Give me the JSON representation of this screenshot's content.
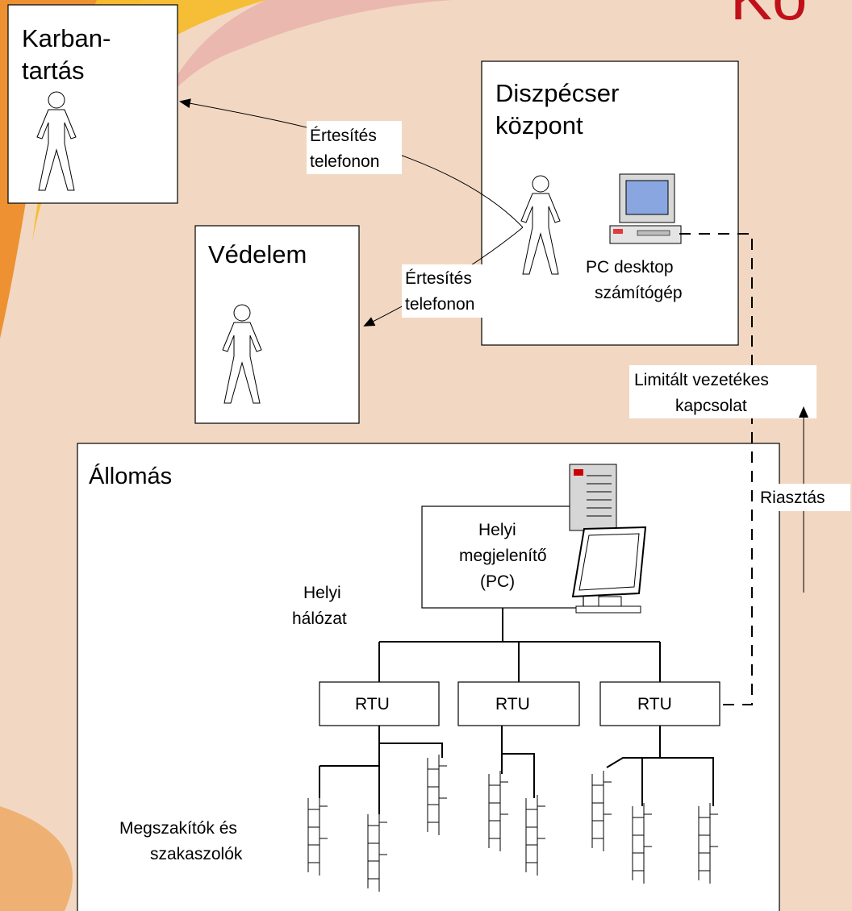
{
  "background": {
    "colors": {
      "base": "#f2d8c2",
      "accent_orange": "#ec8a24",
      "accent_yellow": "#f5bd2e",
      "accent_pink": "#e6a4a4"
    }
  },
  "slide_title": {
    "text": "Kö",
    "color": "#c0101a"
  },
  "boxes": {
    "karbantartas": {
      "line1": "Karban-",
      "line2": "tartás"
    },
    "vedelem": {
      "title": "Védelem"
    },
    "diszpecser": {
      "line1": "Diszpécser",
      "line2": "központ",
      "pc_line1": "PC desktop",
      "pc_line2": "számítógép"
    },
    "allomas": {
      "title": "Állomás"
    }
  },
  "connections": {
    "notify_maintenance": {
      "line1": "Értesítés",
      "line2": "telefonon"
    },
    "notify_protection": {
      "line1": "Értesítés",
      "line2": "telefonon"
    },
    "wired_link": {
      "line1": "Limitált vezetékes",
      "line2": "kapcsolat"
    },
    "alarm": {
      "text": "Riasztás"
    }
  },
  "station": {
    "local_display": {
      "line1": "Helyi",
      "line2": "megjelenítő",
      "line3": "(PC)"
    },
    "lan": {
      "line1": "Helyi",
      "line2": "hálózat"
    },
    "rtus": [
      "RTU",
      "RTU",
      "RTU"
    ],
    "breakers": {
      "line1": "Megszakítók és",
      "line2": "szakaszolók"
    }
  }
}
